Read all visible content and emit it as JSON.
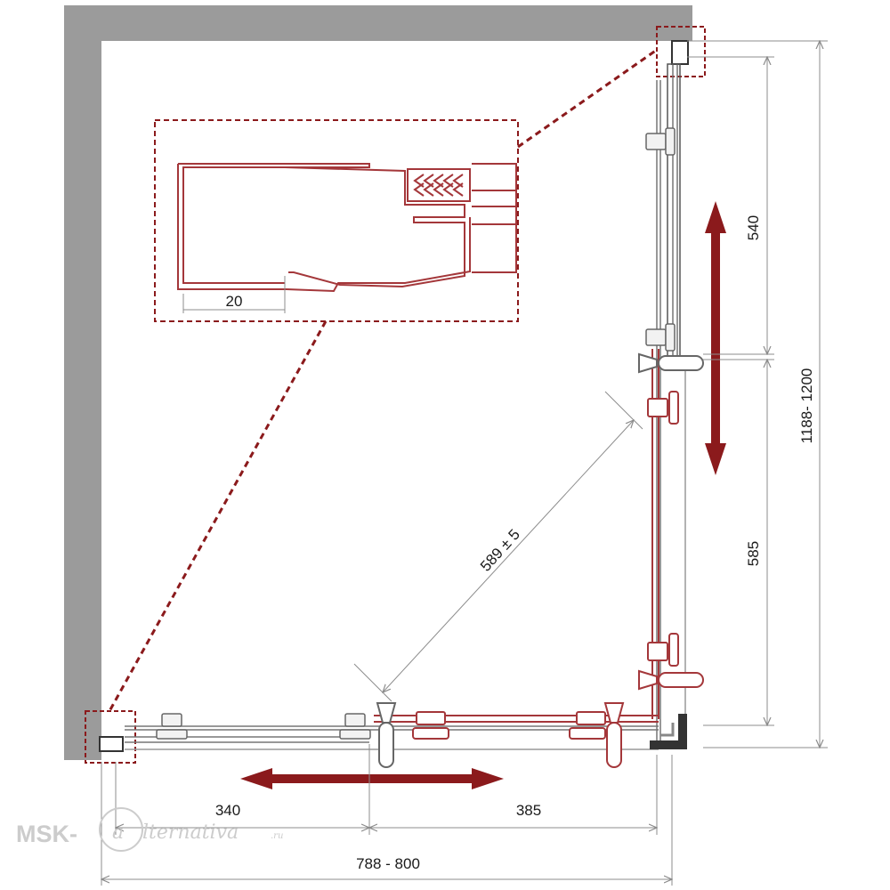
{
  "dimensions": {
    "detail_width": "20",
    "upper_fixed_length": "540",
    "lower_fixed_length": "585",
    "side_depth": "1188- 1200",
    "diagonal_entry": "589 ± 5",
    "front_left_segment": "340",
    "front_right_segment": "385",
    "front_width": "788 - 800"
  },
  "watermark": {
    "prefix": "MSK-",
    "letter": "a",
    "script": "lternativa",
    "suffix": ".ru"
  },
  "colors": {
    "wall": "#9b9b9b",
    "frame": "#a4373a",
    "arrow": "#8b1a1c",
    "dimension_line": "#8c8c8c",
    "callout": "#8b1a1c"
  }
}
